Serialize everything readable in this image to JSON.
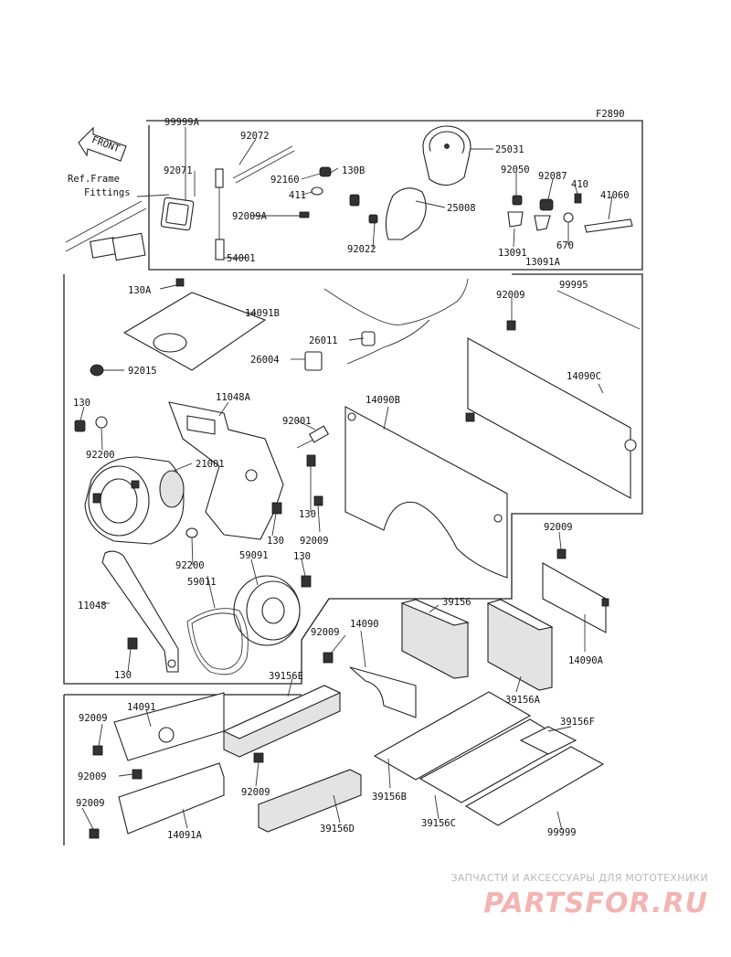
{
  "figure_code": "F2890",
  "front_label": "FRONT",
  "ref_text": {
    "line1": "Ref.Frame",
    "line2": "Fittings"
  },
  "watermark": {
    "caption": "ЗАПЧАСТИ И АКСЕССУАРЫ ДЛЯ МОТОТЕХНИКИ",
    "logo_text": "PARTSFOR.RU"
  },
  "part_labels": [
    "99999A",
    "92072",
    "25031",
    "92071",
    "92160",
    "130B",
    "411",
    "92050",
    "92087",
    "410",
    "41060",
    "25008",
    "92009A",
    "92022",
    "54001",
    "13091",
    "670",
    "13091A",
    "130A",
    "14091B",
    "92009",
    "99995",
    "26011",
    "26004",
    "92015",
    "14090C",
    "130",
    "11048A",
    "92001",
    "14090B",
    "92200",
    "21001",
    "130",
    "130",
    "92009",
    "92200",
    "59091",
    "130",
    "59011",
    "92009",
    "11048",
    "39156",
    "14090A",
    "92009",
    "14090",
    "130",
    "39156E",
    "39156A",
    "92009",
    "14091",
    "39156F",
    "92009",
    "92009",
    "39156B",
    "92009",
    "14091A",
    "39156D",
    "39156C",
    "99999"
  ]
}
